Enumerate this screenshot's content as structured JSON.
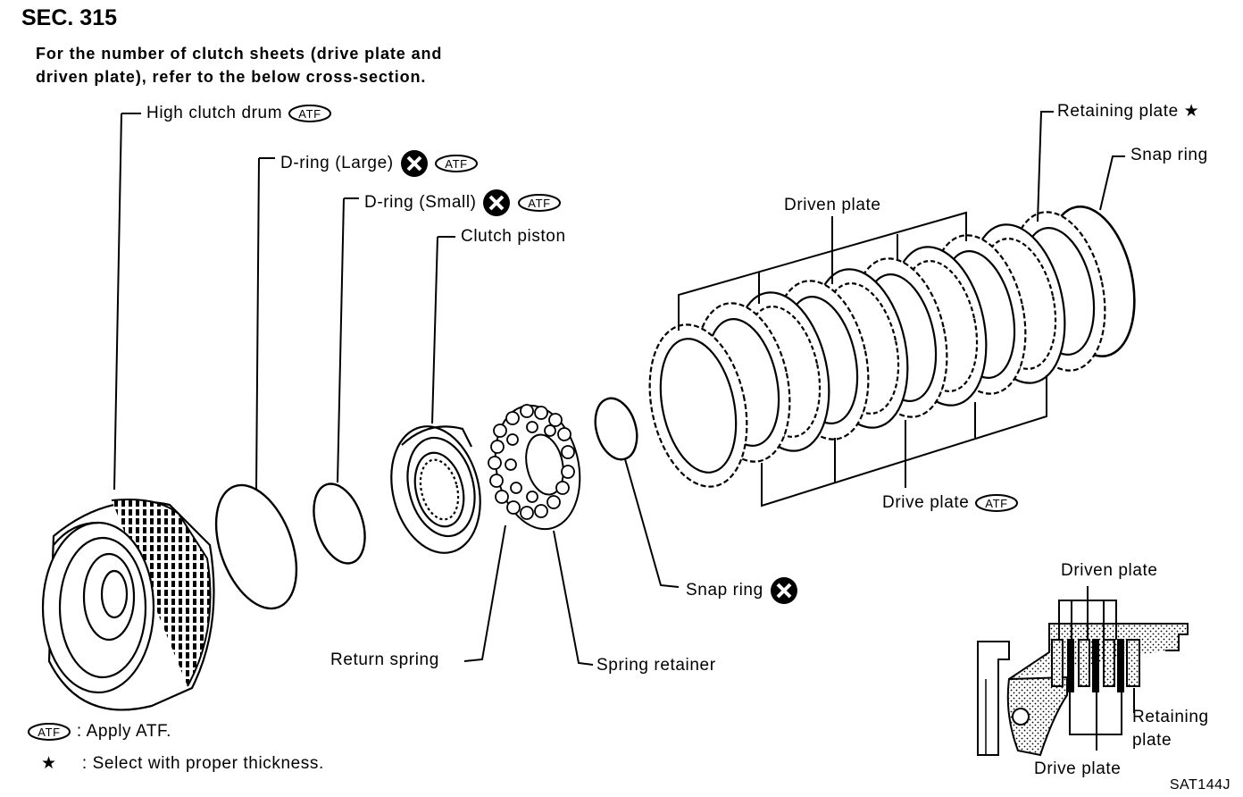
{
  "header": {
    "section": "SEC. 315",
    "note_line1": "For the number of clutch sheets (drive plate and",
    "note_line2": "driven plate), refer to the below cross-section."
  },
  "labels": {
    "high_clutch_drum": "High clutch drum",
    "d_ring_large": "D-ring (Large)",
    "d_ring_small": "D-ring (Small)",
    "clutch_piston": "Clutch piston",
    "driven_plate": "Driven plate",
    "retaining_plate": "Retaining plate",
    "snap_ring_top": "Snap ring",
    "drive_plate": "Drive plate",
    "snap_ring_lower": "Snap ring",
    "return_spring": "Return spring",
    "spring_retainer": "Spring retainer"
  },
  "symbols": {
    "atf": "ATF",
    "star": "★",
    "no_reuse_icon": "x-circle-icon"
  },
  "legend": {
    "atf_text": ": Apply ATF.",
    "star_text": ": Select with proper thickness."
  },
  "cross_section": {
    "driven_plate": "Driven plate",
    "retaining_line1": "Retaining",
    "retaining_line2": "plate",
    "drive_plate": "Drive plate"
  },
  "figure_code": "SAT144J"
}
